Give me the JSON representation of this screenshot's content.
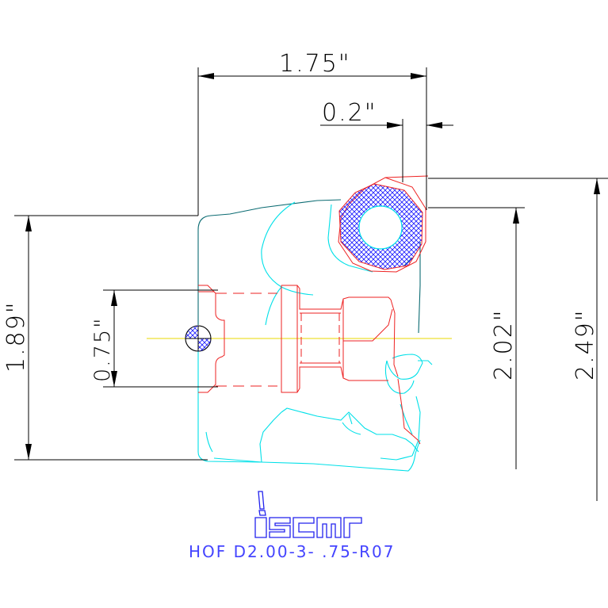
{
  "dimensions": {
    "width_label": "1.75\"",
    "offset_label": "0.2\"",
    "left_height_label": "1.89\"",
    "bore_label": "0.75\"",
    "mid_height_label": "2.02\"",
    "total_height_label": "2.49\""
  },
  "brand": {
    "logo_text": "iscar",
    "part_code": "HOF D2.00-3- .75-R07"
  },
  "colors": {
    "dimension": "#000000",
    "body_outline": "#00ffff",
    "insert_outline": "#ff0000",
    "hatch": "#0000ff",
    "centerline": "#ffff00",
    "logo": "#0000ff"
  }
}
